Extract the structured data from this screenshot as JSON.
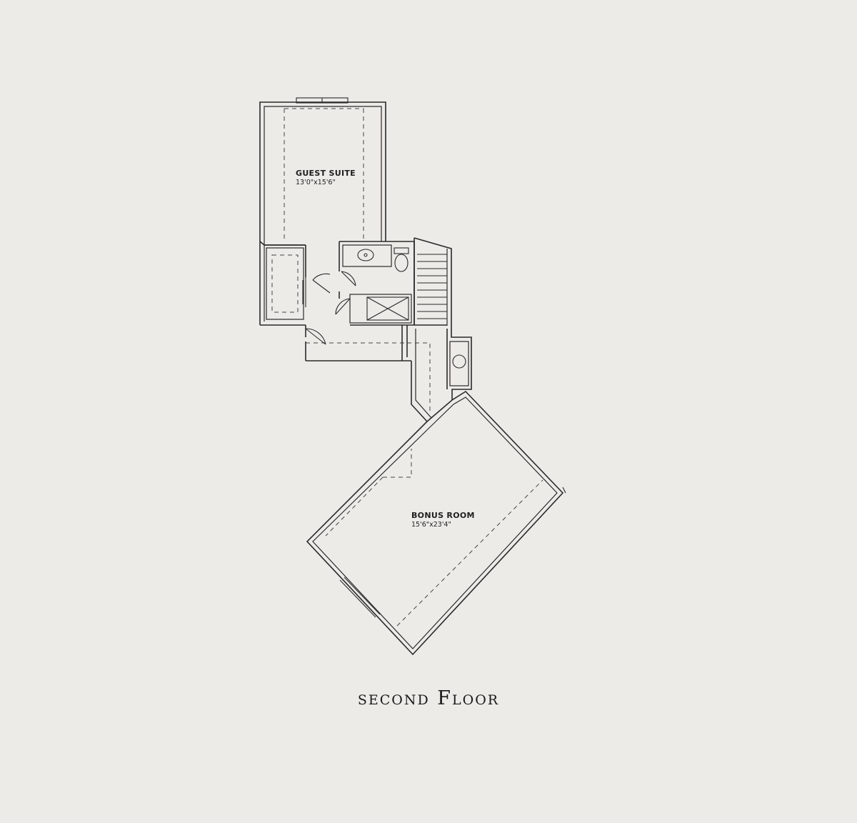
{
  "title": "second Floor",
  "rooms": [
    {
      "name": "GUEST SUITE",
      "dimensions": "13'0\"x15'6\""
    },
    {
      "name": "BONUS ROOM",
      "dimensions": "15'6\"x23'4\""
    }
  ]
}
